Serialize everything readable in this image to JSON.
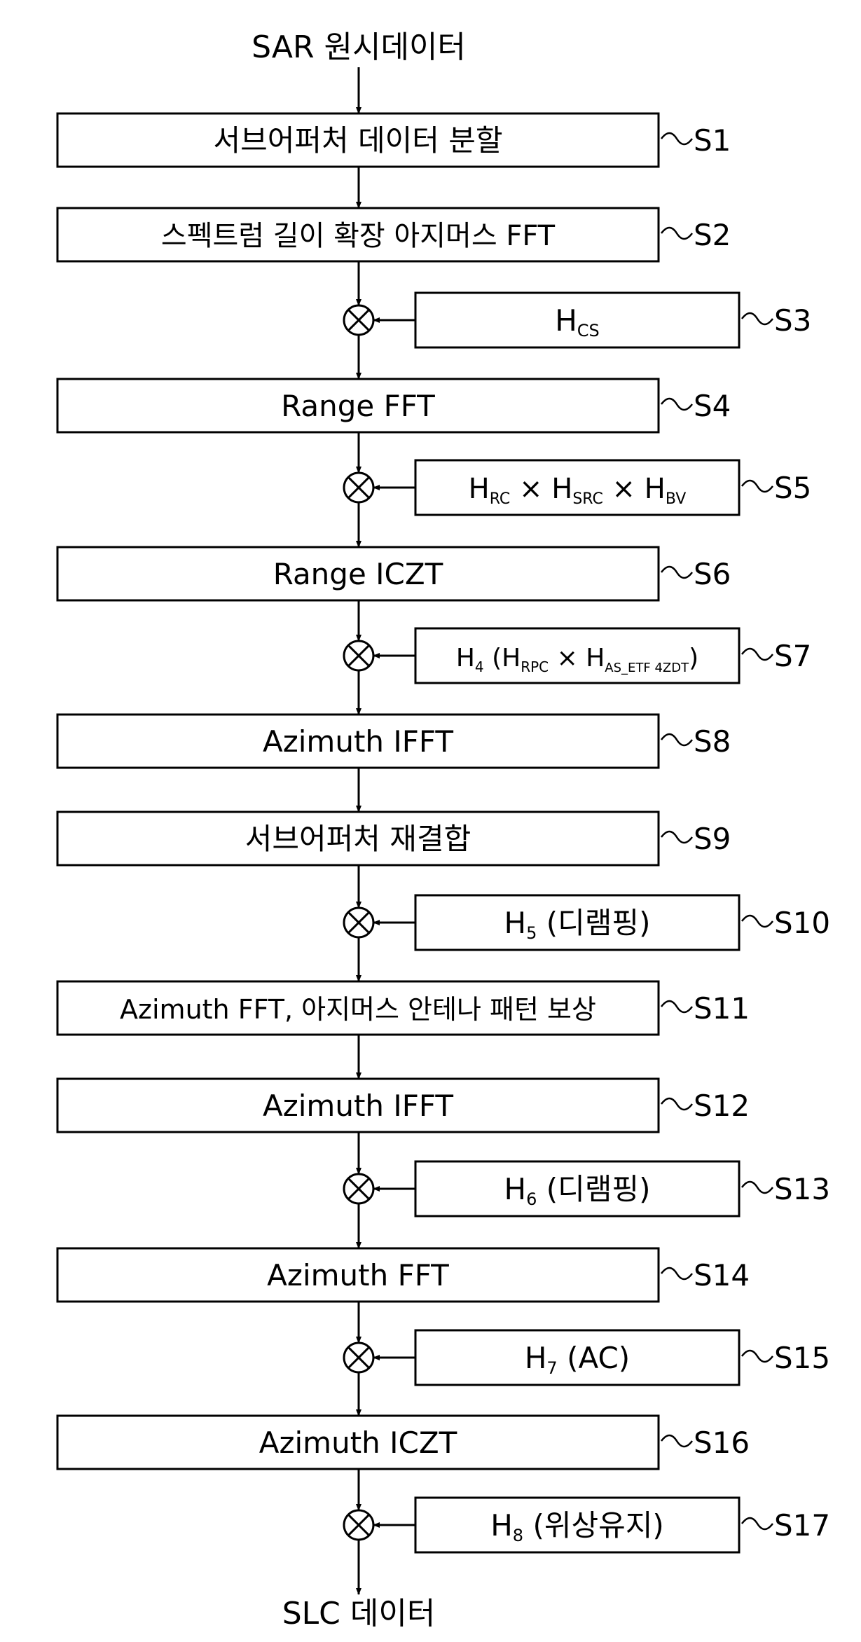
{
  "input_label": "SAR 원시데이터",
  "output_label": "SLC 데이터",
  "steps": [
    {
      "id": "S1",
      "kind": "process",
      "label": "서브어퍼처 데이터 분할"
    },
    {
      "id": "S2",
      "kind": "process",
      "label": "스펙트럼 길이 확장 아지머스 FFT"
    },
    {
      "id": "S3",
      "kind": "filter",
      "main": "H",
      "sub": "CS",
      "rest": ""
    },
    {
      "id": "S4",
      "kind": "process",
      "label": "Range FFT"
    },
    {
      "id": "S5",
      "kind": "filter",
      "main": "H",
      "sub": "RC",
      "rest": "× H_SRC × H_BV",
      "terms": [
        {
          "main": "H",
          "sub": "RC"
        },
        {
          "main": "H",
          "sub": "SRC"
        },
        {
          "main": "H",
          "sub": "BV"
        }
      ]
    },
    {
      "id": "S6",
      "kind": "process",
      "label": "Range ICZT"
    },
    {
      "id": "S7",
      "kind": "filter",
      "main": "H",
      "sub": "4",
      "rest": "(H_RPC × H_AS_ETF 4ZDT)",
      "terms": [
        {
          "main": "H",
          "sub": "4"
        },
        {
          "main": "H",
          "sub": "RPC"
        },
        {
          "main": "H",
          "sub": "AS_ETF 4ZDT"
        }
      ]
    },
    {
      "id": "S8",
      "kind": "process",
      "label": "Azimuth IFFT"
    },
    {
      "id": "S9",
      "kind": "process",
      "label": "서브어퍼처 재결합"
    },
    {
      "id": "S10",
      "kind": "filter",
      "main": "H",
      "sub": "5",
      "rest": "(디램핑)"
    },
    {
      "id": "S11",
      "kind": "process",
      "label": "Azimuth FFT, 아지머스 안테나 패턴 보상"
    },
    {
      "id": "S12",
      "kind": "process",
      "label": "Azimuth IFFT"
    },
    {
      "id": "S13",
      "kind": "filter",
      "main": "H",
      "sub": "6",
      "rest": "(디램핑)"
    },
    {
      "id": "S14",
      "kind": "process",
      "label": "Azimuth FFT"
    },
    {
      "id": "S15",
      "kind": "filter",
      "main": "H",
      "sub": "7",
      "rest": "(AC)"
    },
    {
      "id": "S16",
      "kind": "process",
      "label": "Azimuth ICZT"
    },
    {
      "id": "S17",
      "kind": "filter",
      "main": "H",
      "sub": "8",
      "rest": "(위상유지)"
    }
  ]
}
